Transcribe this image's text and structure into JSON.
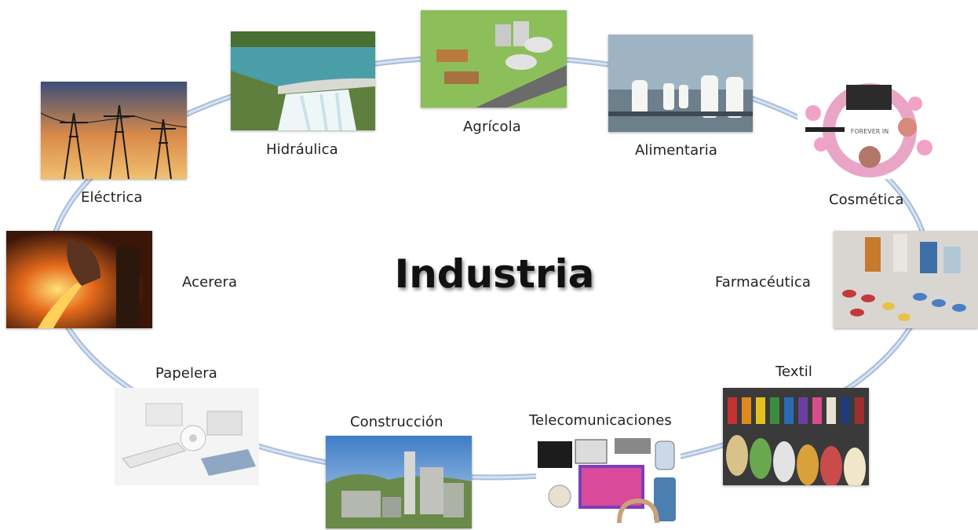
{
  "title": "Industria",
  "industries": [
    {
      "key": "electrica",
      "label": "Eléctrica",
      "icon": "power-lines-photo"
    },
    {
      "key": "hidraulica",
      "label": "Hidráulica",
      "icon": "dam-photo"
    },
    {
      "key": "agricola",
      "label": "Agrícola",
      "icon": "farm-silos-photo"
    },
    {
      "key": "alimentaria",
      "label": "Alimentaria",
      "icon": "milk-bottling-photo"
    },
    {
      "key": "cosmetica",
      "label": "Cosmética",
      "icon": "cosmetics-photo"
    },
    {
      "key": "farmaceutica",
      "label": "Farmacéutica",
      "icon": "pills-photo"
    },
    {
      "key": "textil",
      "label": "Textil",
      "icon": "thread-spools-photo"
    },
    {
      "key": "telecomunicaciones",
      "label": "Telecomunicaciones",
      "icon": "devices-photo"
    },
    {
      "key": "construccion",
      "label": "Construcción",
      "icon": "cement-plant-photo"
    },
    {
      "key": "papelera",
      "label": "Papelera",
      "icon": "paper-rolls-photo"
    },
    {
      "key": "acerera",
      "label": "Acerera",
      "icon": "molten-steel-photo"
    }
  ],
  "colors": {
    "ring": "#9ab7dc",
    "ring_dark": "#5f86bd",
    "text": "#222222"
  }
}
